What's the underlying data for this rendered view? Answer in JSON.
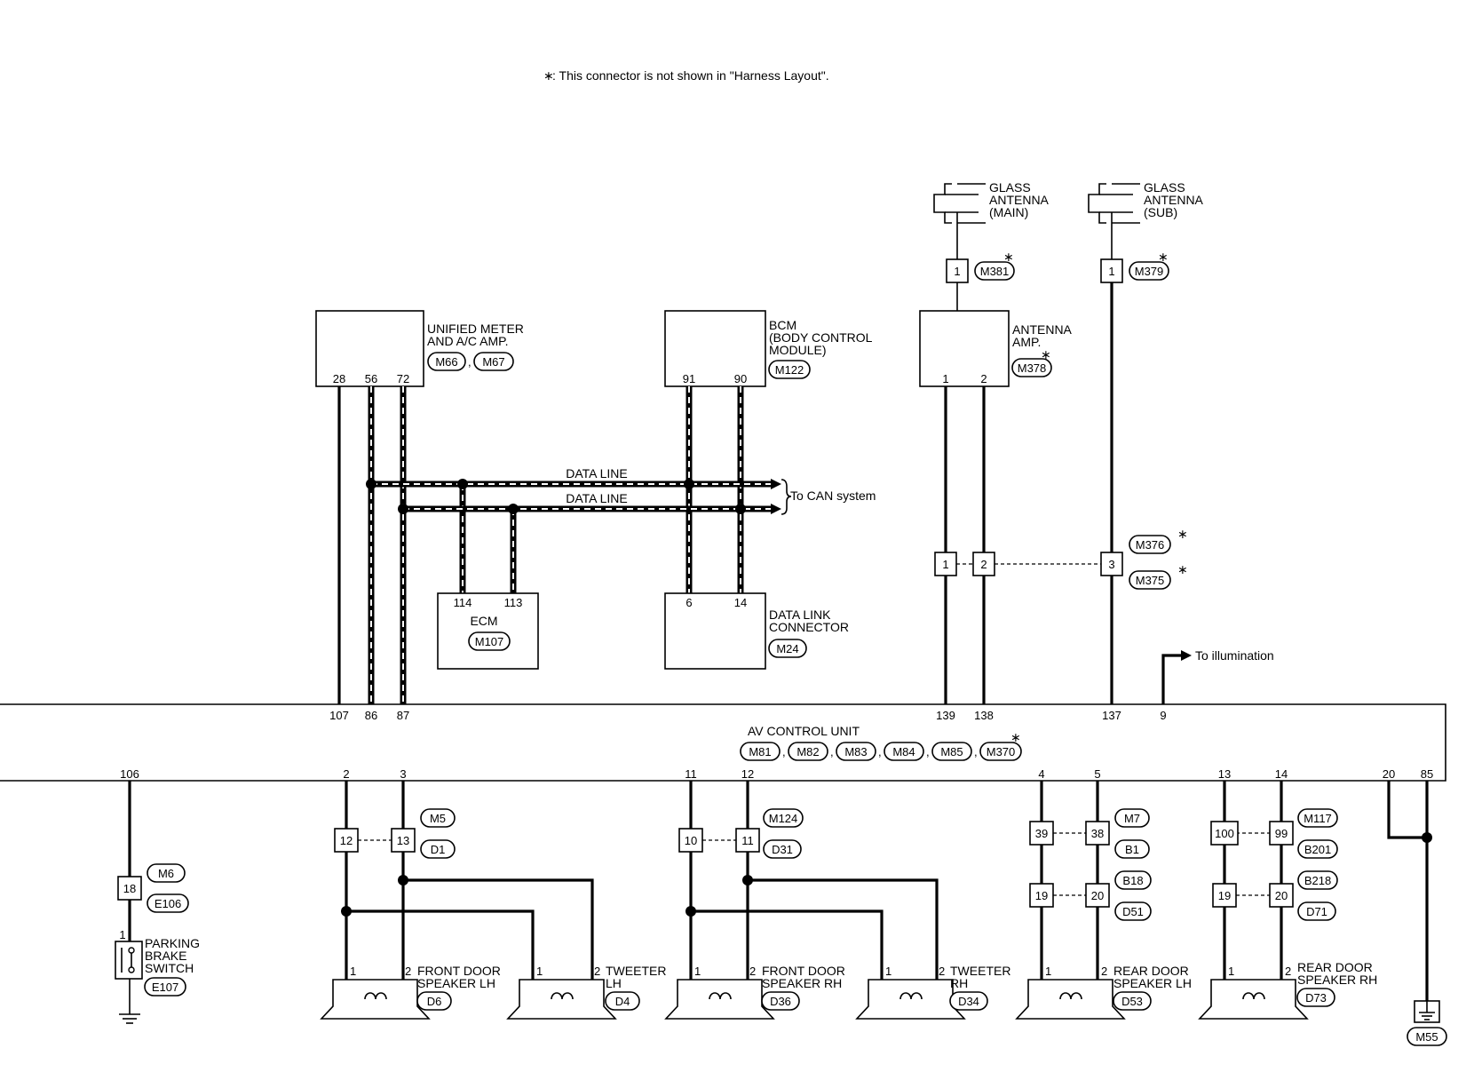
{
  "note": {
    "star": "∗",
    "text": ": This connector is not shown in \"Harness Layout\"."
  },
  "glass_main": {
    "l1": "GLASS",
    "l2": "ANTENNA",
    "l3": "(MAIN)",
    "pin": "1",
    "conn": "M381"
  },
  "glass_sub": {
    "l1": "GLASS",
    "l2": "ANTENNA",
    "l3": "(SUB)",
    "pin": "1",
    "conn": "M379"
  },
  "meter": {
    "l1": "UNIFIED METER",
    "l2": "AND A/C AMP.",
    "conn1": "M66",
    "conn2": "M67",
    "sep": ",",
    "pins": [
      "28",
      "56",
      "72"
    ]
  },
  "bcm": {
    "l1": "BCM",
    "l2": "(BODY CONTROL",
    "l3": "MODULE)",
    "conn": "M122",
    "pins": [
      "91",
      "90"
    ]
  },
  "antenna_amp": {
    "l1": "ANTENNA",
    "l2": "AMP.",
    "conn": "M378",
    "pins": [
      "1",
      "2"
    ]
  },
  "data_line": {
    "label1": "DATA LINE",
    "label2": "DATA LINE",
    "to_can": "To CAN system"
  },
  "ecm": {
    "label": "ECM",
    "conn": "M107",
    "pins": [
      "114",
      "113"
    ]
  },
  "dlc": {
    "l1": "DATA LINK",
    "l2": "CONNECTOR",
    "conn": "M24",
    "pins": [
      "6",
      "14"
    ]
  },
  "inline_antenna": {
    "pins": [
      "1",
      "2",
      "3"
    ],
    "conn1": "M376",
    "conn2": "M375"
  },
  "illumination": {
    "label": "To illumination"
  },
  "av_unit": {
    "label": "AV CONTROL UNIT",
    "conns": [
      "M81",
      "M82",
      "M83",
      "M84",
      "M85",
      "M370"
    ],
    "top_pins": [
      "107",
      "86",
      "87",
      "139",
      "138",
      "137",
      "9"
    ],
    "bottom_pins": [
      "106",
      "2",
      "3",
      "11",
      "12",
      "4",
      "5",
      "13",
      "14",
      "20",
      "85"
    ]
  },
  "park": {
    "pin": "18",
    "conn1": "M6",
    "conn2": "E106",
    "sw_pin": "1",
    "l1": "PARKING",
    "l2": "BRAKE",
    "l3": "SWITCH",
    "conn3": "E107"
  },
  "inline_front": {
    "lh": {
      "pins": [
        "12",
        "13"
      ],
      "conn1": "M5",
      "conn2": "D1"
    },
    "rh": {
      "pins": [
        "10",
        "11"
      ],
      "conn1": "M124",
      "conn2": "D31"
    }
  },
  "inline_rear": {
    "lh": {
      "pins1": [
        "39",
        "38"
      ],
      "conn1": "M7",
      "conn2": "B1",
      "pins2": [
        "19",
        "20"
      ],
      "conn3": "B18",
      "conn4": "D51"
    },
    "rh": {
      "pins1": [
        "100",
        "99"
      ],
      "conn1": "M117",
      "conn2": "B201",
      "pins2": [
        "19",
        "20"
      ],
      "conn3": "B218",
      "conn4": "D71"
    }
  },
  "speakers": [
    {
      "p1": "1",
      "p2": "2",
      "l1": "FRONT DOOR",
      "l2": "SPEAKER LH",
      "conn": "D6"
    },
    {
      "p1": "1",
      "p2": "2",
      "l1": "TWEETER",
      "l2": "LH",
      "conn": "D4"
    },
    {
      "p1": "1",
      "p2": "2",
      "l1": "FRONT DOOR",
      "l2": "SPEAKER RH",
      "conn": "D36"
    },
    {
      "p1": "1",
      "p2": "2",
      "l1": "TWEETER",
      "l2": "RH",
      "conn": "D34"
    },
    {
      "p1": "1",
      "p2": "2",
      "l1": "REAR DOOR",
      "l2": "SPEAKER LH",
      "conn": "D53"
    },
    {
      "p1": "1",
      "p2": "2",
      "l1": "REAR DOOR",
      "l2": "SPEAKER RH",
      "conn": "D73"
    }
  ],
  "ground": {
    "conn": "M55"
  },
  "star": "∗"
}
